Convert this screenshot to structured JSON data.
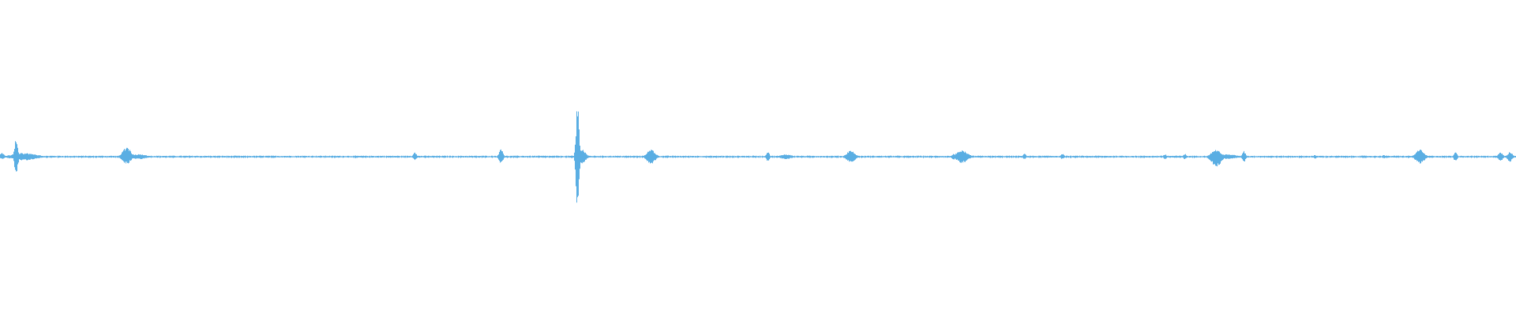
{
  "colors": {
    "background": "#ffffff",
    "waveform": "#5aaee3"
  },
  "chart_data": {
    "type": "waveform",
    "title": "",
    "xlabel": "",
    "ylabel": "",
    "grid": false,
    "legend": "none",
    "xlim": [
      0,
      1920
    ],
    "ylim": [
      -1,
      1
    ],
    "baseline_amplitude": 0.006,
    "events": [
      {
        "x": 2,
        "up": 0.03,
        "down": 0.02,
        "width": 6
      },
      {
        "x": 20,
        "up": 0.16,
        "down": 0.16,
        "width": 4
      },
      {
        "x": 30,
        "up": 0.03,
        "down": 0.03,
        "width": 30
      },
      {
        "x": 160,
        "up": 0.08,
        "down": 0.06,
        "width": 10
      },
      {
        "x": 175,
        "up": 0.02,
        "down": 0.02,
        "width": 20
      },
      {
        "x": 525,
        "up": 0.035,
        "down": 0.03,
        "width": 4
      },
      {
        "x": 634,
        "up": 0.06,
        "down": 0.06,
        "width": 5
      },
      {
        "x": 731,
        "up": 0.42,
        "down": 0.42,
        "width": 4
      },
      {
        "x": 736,
        "up": 0.06,
        "down": 0.06,
        "width": 10
      },
      {
        "x": 824,
        "up": 0.06,
        "down": 0.06,
        "width": 10
      },
      {
        "x": 972,
        "up": 0.04,
        "down": 0.04,
        "width": 4
      },
      {
        "x": 995,
        "up": 0.02,
        "down": 0.02,
        "width": 14
      },
      {
        "x": 1077,
        "up": 0.05,
        "down": 0.05,
        "width": 10
      },
      {
        "x": 1207,
        "up": 0.025,
        "down": 0.025,
        "width": 4
      },
      {
        "x": 1218,
        "up": 0.05,
        "down": 0.05,
        "width": 14
      },
      {
        "x": 1297,
        "up": 0.025,
        "down": 0.02,
        "width": 4
      },
      {
        "x": 1345,
        "up": 0.025,
        "down": 0.02,
        "width": 4
      },
      {
        "x": 1475,
        "up": 0.02,
        "down": 0.02,
        "width": 4
      },
      {
        "x": 1500,
        "up": 0.025,
        "down": 0.02,
        "width": 4
      },
      {
        "x": 1540,
        "up": 0.06,
        "down": 0.08,
        "width": 12
      },
      {
        "x": 1555,
        "up": 0.02,
        "down": 0.02,
        "width": 20
      },
      {
        "x": 1575,
        "up": 0.045,
        "down": 0.045,
        "width": 4
      },
      {
        "x": 1665,
        "up": 0.015,
        "down": 0.015,
        "width": 4
      },
      {
        "x": 1752,
        "up": 0.015,
        "down": 0.015,
        "width": 4
      },
      {
        "x": 1798,
        "up": 0.06,
        "down": 0.06,
        "width": 10
      },
      {
        "x": 1843,
        "up": 0.04,
        "down": 0.04,
        "width": 4
      },
      {
        "x": 1900,
        "up": 0.035,
        "down": 0.035,
        "width": 6
      },
      {
        "x": 1912,
        "up": 0.04,
        "down": 0.04,
        "width": 6
      }
    ]
  }
}
